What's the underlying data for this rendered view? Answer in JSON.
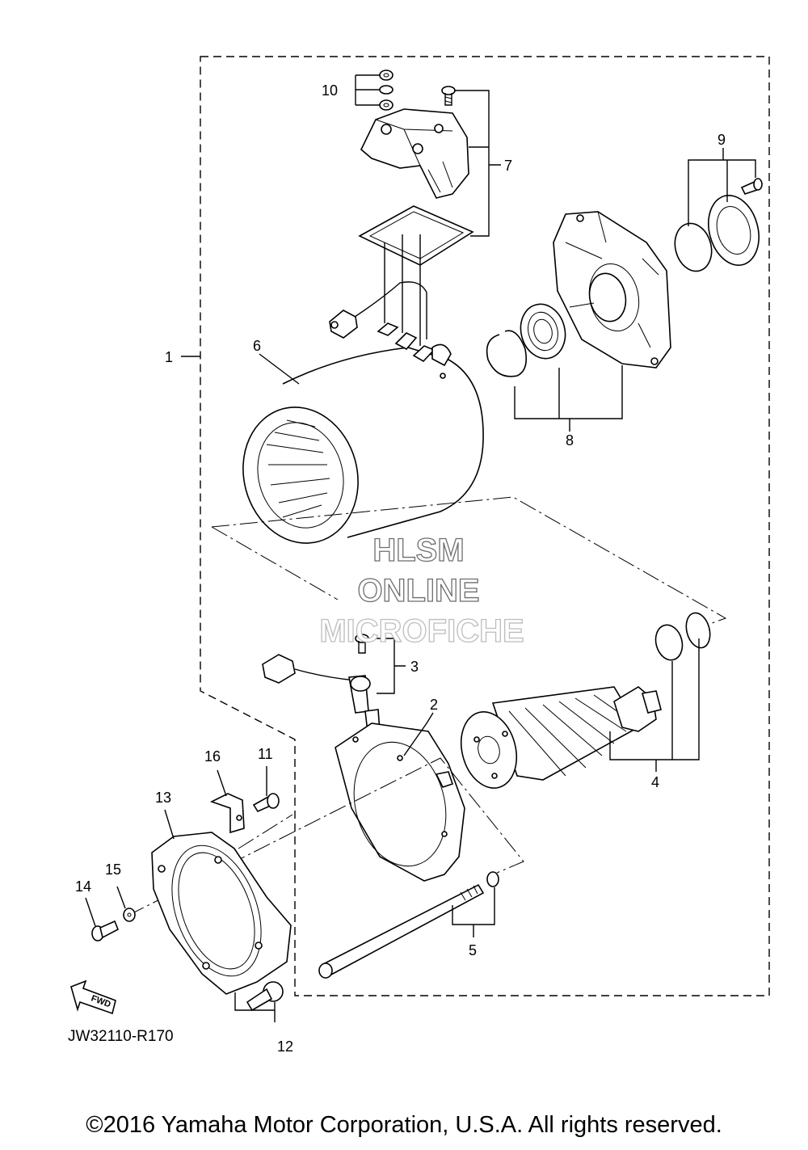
{
  "callouts": {
    "c1": "1",
    "c2": "2",
    "c3": "3",
    "c4": "4",
    "c5": "5",
    "c6": "6",
    "c7": "7",
    "c8": "8",
    "c9": "9",
    "c10": "10",
    "c11": "11",
    "c12": "12",
    "c13": "13",
    "c14": "14",
    "c15": "15",
    "c16": "16"
  },
  "diagram_code": "JW32110-R170",
  "fwd_label": "FWD",
  "watermark": {
    "line1": "HLSM",
    "line2": "ONLINE",
    "line3": "MICROFICHE"
  },
  "copyright": "©2016 Yamaha Motor Corporation, U.S.A. All rights reserved."
}
